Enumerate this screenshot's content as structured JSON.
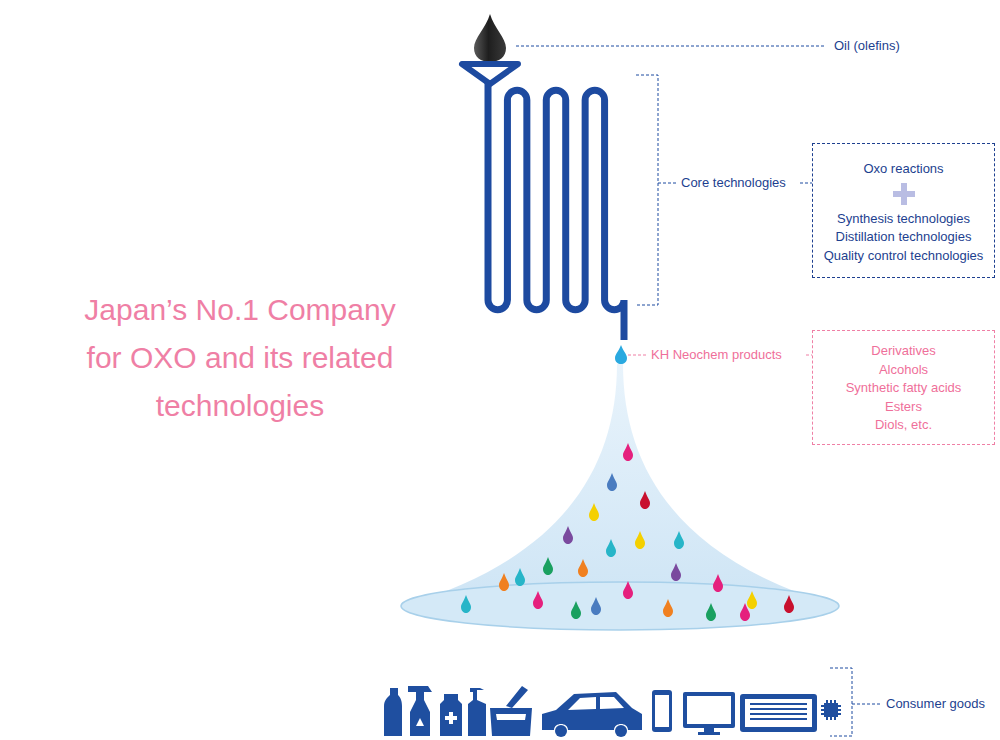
{
  "diagram": {
    "title": "Japan’s No.1 Company for OXO and its related technologies",
    "nodes": [
      {
        "text": [
          "Oxo reactions",
          "Synthesis technologies",
          "Distillation technologies",
          "Quality control technologies"
        ]
      },
      {
        "text": [
          "Derivatives",
          "Alcohols",
          "Synthetic fatty acids",
          "Esters",
          "Diols, etc."
        ]
      }
    ],
    "labels": [
      "Oil (olefins)",
      "Core technologies",
      "KH Neochem products",
      "Consumer goods"
    ]
  }
}
